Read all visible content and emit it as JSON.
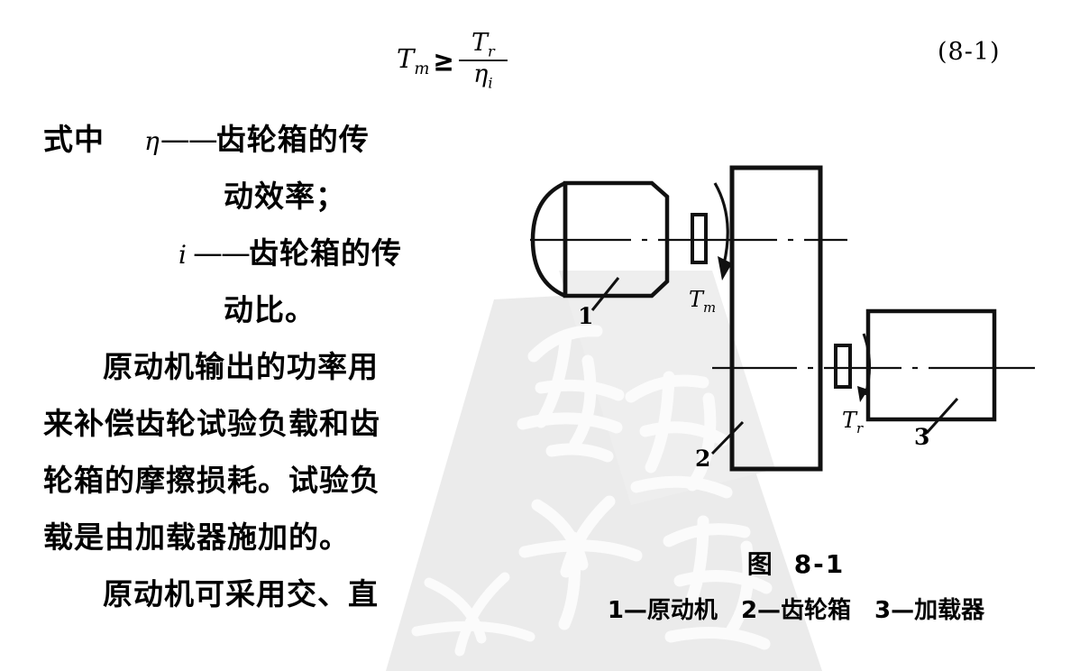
{
  "page": {
    "background_color": "#ffffff",
    "ink_color": "#000000",
    "watermark_color": "#e8e8e8"
  },
  "equation": {
    "lhs": "T",
    "lhs_sub": "m",
    "relation": "≥",
    "numerator": "T",
    "numerator_sub": "r",
    "denominator": "η",
    "denominator_sub": "i",
    "number": "(8-1)"
  },
  "text_column": {
    "lines": [
      {
        "id": "where-eta",
        "label": "式中",
        "symbol": "η",
        "dash": "——",
        "text": "齿轮箱的传",
        "style": "first"
      },
      {
        "id": "where-eta-cont",
        "label": "",
        "symbol": "",
        "dash": "",
        "text": "动效率；",
        "style": "hang"
      },
      {
        "id": "where-i",
        "label": "",
        "symbol": "i",
        "dash": "——",
        "text": "齿轮箱的传",
        "style": "sym"
      },
      {
        "id": "where-i-cont",
        "label": "",
        "symbol": "",
        "dash": "",
        "text": "动比。",
        "style": "hang"
      },
      {
        "id": "para1-l1",
        "label": "",
        "symbol": "",
        "dash": "",
        "text": "原动机输出的功率用",
        "style": "para"
      },
      {
        "id": "para1-l2",
        "label": "",
        "symbol": "",
        "dash": "",
        "text": "来补偿齿轮试验负载和齿",
        "style": "flush"
      },
      {
        "id": "para1-l3",
        "label": "",
        "symbol": "",
        "dash": "",
        "text": "轮箱的摩擦损耗。试验负",
        "style": "flush"
      },
      {
        "id": "para1-l4",
        "label": "",
        "symbol": "",
        "dash": "",
        "text": "载是由加载器施加的。",
        "style": "flush"
      },
      {
        "id": "para2-l1",
        "label": "",
        "symbol": "",
        "dash": "",
        "text": "原动机可采用交、直",
        "style": "para"
      }
    ]
  },
  "figure": {
    "caption_title_prefix": "图",
    "caption_title_number": "8-1",
    "legend": [
      {
        "key": "1—",
        "name": "原动机"
      },
      {
        "key": "2—",
        "name": "齿轮箱"
      },
      {
        "key": "3—",
        "name": "加载器"
      }
    ],
    "torque_input": {
      "symbol": "T",
      "sub": "m"
    },
    "torque_output": {
      "symbol": "T",
      "sub": "r"
    },
    "callouts": [
      {
        "number": "1",
        "refers_to": "原动机"
      },
      {
        "number": "2",
        "refers_to": "齿轮箱"
      },
      {
        "number": "3",
        "refers_to": "加载器"
      }
    ],
    "components": [
      {
        "name": "motor",
        "shape": "cylinder",
        "label": "1"
      },
      {
        "name": "gearbox",
        "shape": "tall-rectangle",
        "label": "2"
      },
      {
        "name": "loader",
        "shape": "rectangle",
        "label": "3"
      },
      {
        "name": "coupling-input",
        "shape": "small-rectangle"
      },
      {
        "name": "coupling-output",
        "shape": "small-rectangle"
      }
    ]
  }
}
